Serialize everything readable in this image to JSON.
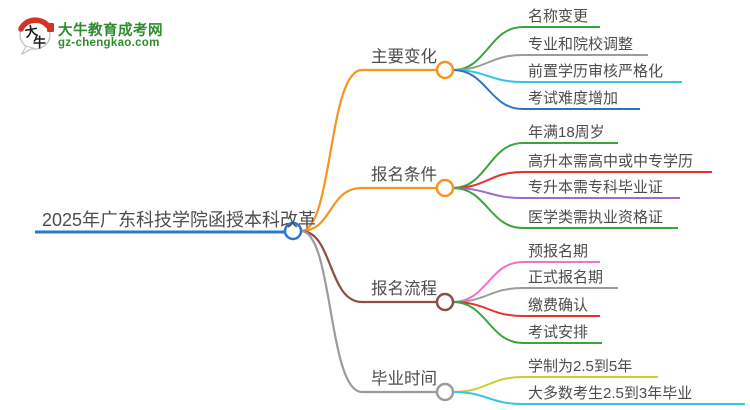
{
  "logo": {
    "title": "大牛教育成考网",
    "url": "gz-chengkao.com",
    "mark_char1": "大",
    "mark_char2": "牛",
    "green": "#2e8b2e",
    "red": "#cf3425"
  },
  "root": {
    "label": "2025年广东科技学院函授本科改革",
    "color": "#2e78c8"
  },
  "branches": [
    {
      "label": "主要变化",
      "color": "#f5941f",
      "children": [
        {
          "label": "名称变更",
          "color": "#3ca43c"
        },
        {
          "label": "专业和院校调整",
          "color": "#9b9b9b"
        },
        {
          "label": "前置学历审核严格化",
          "color": "#36c6e3"
        },
        {
          "label": "考试难度增加",
          "color": "#3071c4"
        }
      ]
    },
    {
      "label": "报名条件",
      "color": "#f5941f",
      "children": [
        {
          "label": "年满18周岁",
          "color": "#3ca43c"
        },
        {
          "label": "高升本需高中或中专学历",
          "color": "#e5332e"
        },
        {
          "label": "专升本需专科毕业证",
          "color": "#9c6bce"
        },
        {
          "label": "医学类需执业资格证",
          "color": "#3ca43c"
        }
      ]
    },
    {
      "label": "报名流程",
      "color": "#8d4f45",
      "children": [
        {
          "label": "预报名期",
          "color": "#ef74c5"
        },
        {
          "label": "正式报名期",
          "color": "#9b9b9b"
        },
        {
          "label": "缴费确认",
          "color": "#e5332e"
        },
        {
          "label": "考试安排",
          "color": "#3ca43c"
        }
      ]
    },
    {
      "label": "毕业时间",
      "color": "#9b9b9b",
      "children": [
        {
          "label": "学制为2.5到5年",
          "color": "#ccce31"
        },
        {
          "label": "大多数考生2.5到3年毕业",
          "color": "#36c6e3"
        }
      ]
    }
  ]
}
